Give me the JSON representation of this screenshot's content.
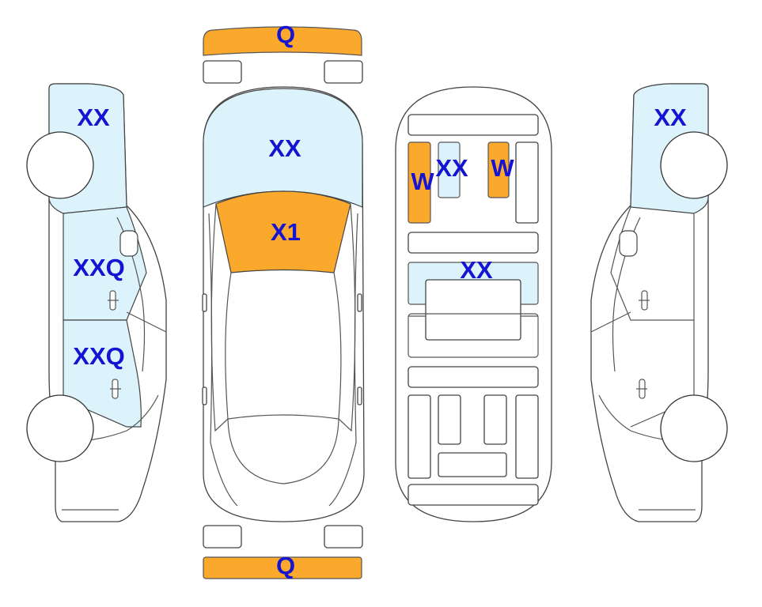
{
  "colors": {
    "orange": "#FBA92C",
    "light_blue": "#DDF3FB",
    "label": "#1414D2",
    "outline": "#444444"
  },
  "labels": {
    "front_bumper": "Q",
    "rear_bumper": "Q",
    "hood": "XX",
    "windshield": "X1",
    "left_front_fender": "XX",
    "left_front_door": "XXQ",
    "left_rear_door": "XXQ",
    "right_front_fender": "XX",
    "under_left_rail": "W",
    "under_crossmember": "XX",
    "under_right_rail": "W",
    "under_panel": "XX"
  }
}
